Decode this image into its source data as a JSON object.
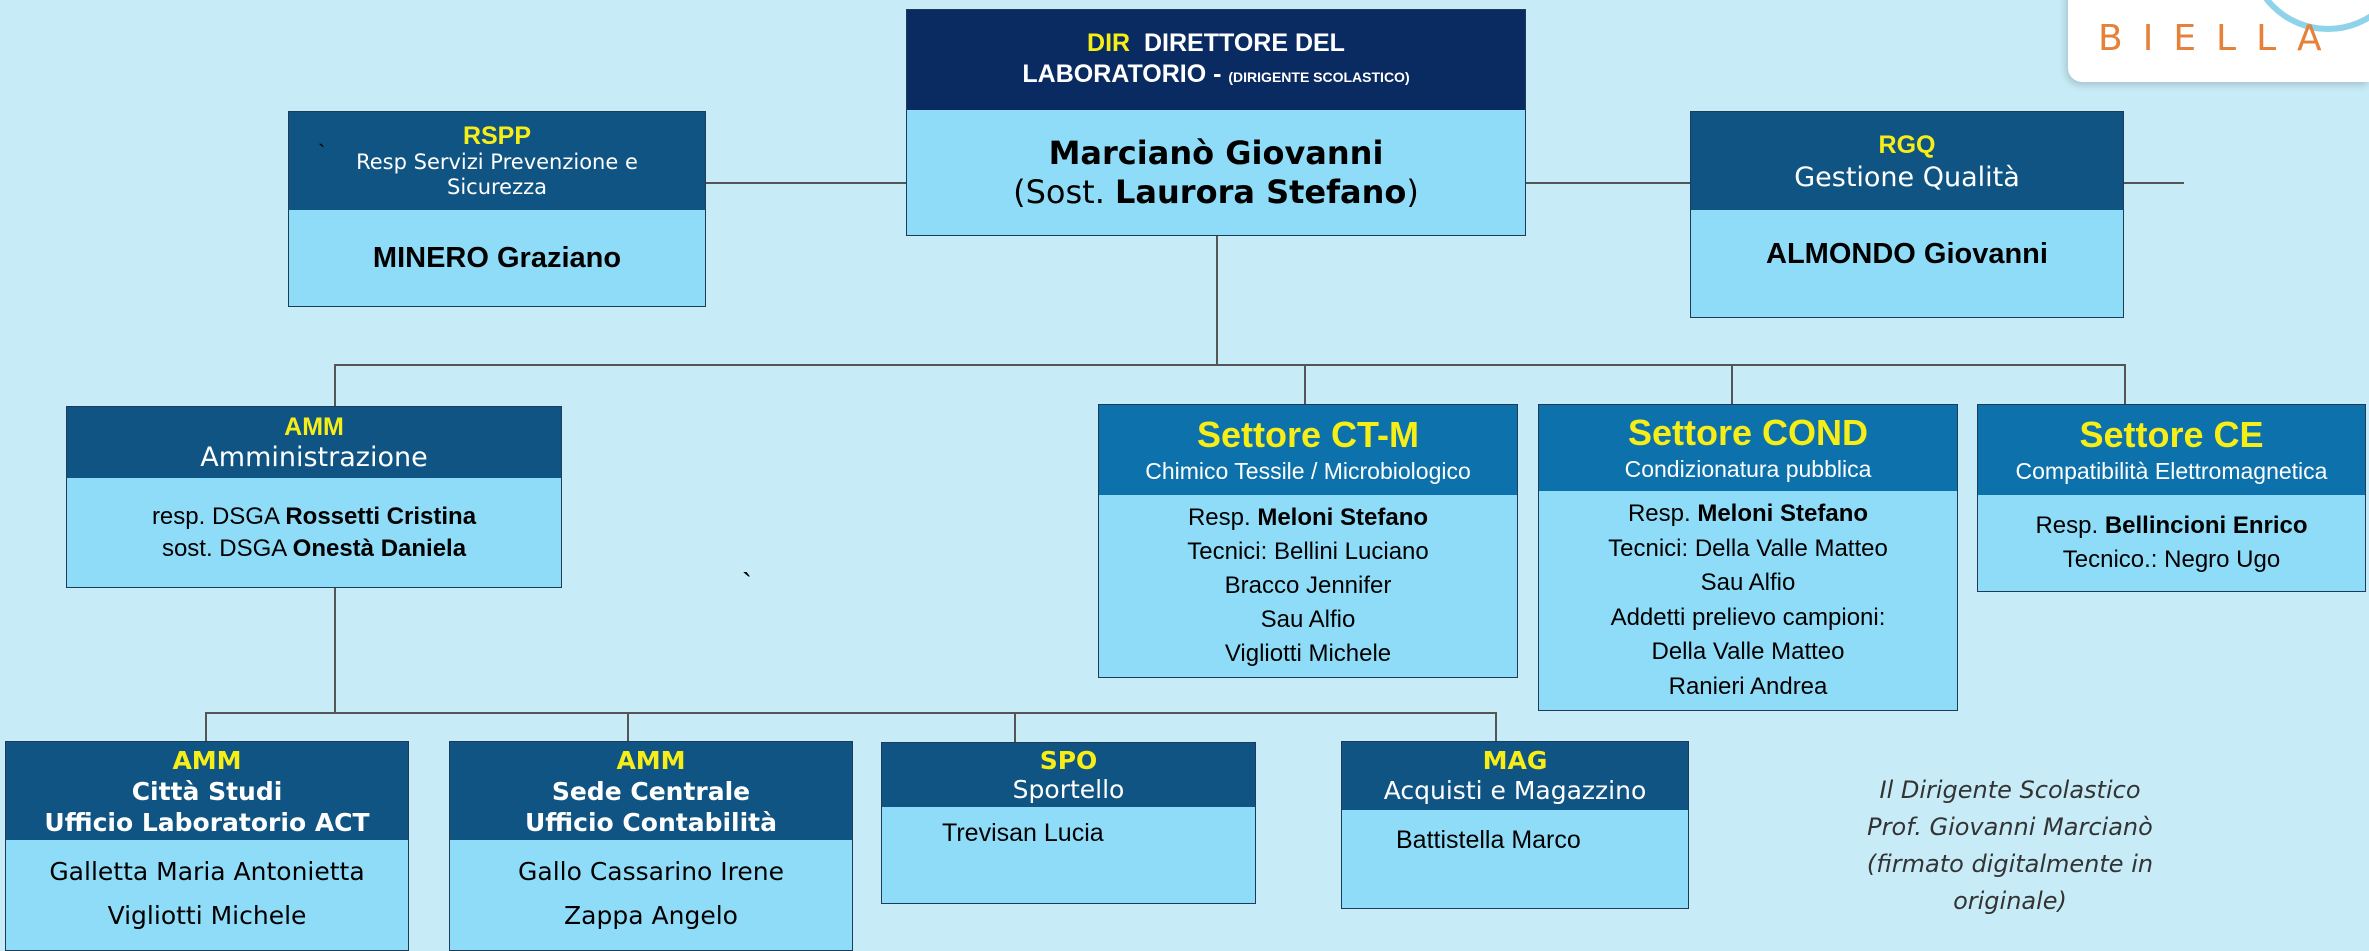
{
  "logo": {
    "text": "BIELLA"
  },
  "director": {
    "code": "DIR",
    "title_line1": "DIRETTORE DEL",
    "title_line2": "LABORATORIO -",
    "title_note": "(DIRIGENTE SCOLASTICO)",
    "name": "Marcianò Giovanni",
    "sub_prefix": "(Sost. ",
    "sub_name": "Laurora Stefano",
    "sub_suffix": ")"
  },
  "rspp": {
    "code": "RSPP",
    "title_line1": "Resp Servizi Prevenzione e",
    "title_line2": "Sicurezza",
    "name": "MINERO Graziano"
  },
  "rgq": {
    "code": "RGQ",
    "title": "Gestione Qualità",
    "name": "ALMONDO Giovanni"
  },
  "amm": {
    "code": "AMM",
    "title": "Amministrazione",
    "line1_prefix": "resp. DSGA ",
    "line1_name": "Rossetti Cristina",
    "line2_prefix": "sost. DSGA ",
    "line2_name": "Onestà Daniela"
  },
  "ctm": {
    "title": "Settore CT-M",
    "subtitle": "Chimico Tessile / Microbiologico",
    "resp_prefix": "Resp. ",
    "resp_name": "Meloni Stefano",
    "lines": [
      "Tecnici: Bellini Luciano",
      "Bracco Jennifer",
      "Sau Alfio",
      "Vigliotti Michele"
    ]
  },
  "cond": {
    "title": "Settore COND",
    "subtitle": "Condizionatura pubblica",
    "resp_prefix": "Resp. ",
    "resp_name": "Meloni Stefano",
    "lines": [
      "Tecnici: Della Valle Matteo",
      "Sau Alfio",
      "Addetti prelievo campioni:",
      "Della Valle Matteo",
      "Ranieri Andrea"
    ]
  },
  "ce": {
    "title": "Settore CE",
    "subtitle": "Compatibilità Elettromagnetica",
    "resp_prefix": "Resp. ",
    "resp_name": "Bellincioni  Enrico",
    "line": "Tecnico.: Negro Ugo"
  },
  "amm_act": {
    "code": "AMM",
    "title_line1": "Città Studi",
    "title_line2": "Ufficio Laboratorio ACT",
    "lines": [
      "Galletta Maria Antonietta",
      "Vigliotti Michele"
    ]
  },
  "amm_cont": {
    "code": "AMM",
    "title_line1": "Sede Centrale",
    "title_line2": "Ufficio Contabilità",
    "lines": [
      "Gallo Cassarino Irene",
      "Zappa Angelo"
    ]
  },
  "spo": {
    "code": "SPO",
    "title": "Sportello",
    "name": "Trevisan Lucia"
  },
  "mag": {
    "code": "MAG",
    "title": "Acquisti e Magazzino",
    "name": "Battistella  Marco"
  },
  "signature": {
    "line1": "Il Dirigente Scolastico",
    "line2": "Prof. Giovanni Marcianò",
    "line3": "(firmato digitalmente  in originale)"
  },
  "colors": {
    "background": "#c7ecf8",
    "header_dark": "#0a2b61",
    "header": "#0f5483",
    "header_sector": "#0d72ab",
    "body": "#8fdcf8",
    "code_yellow": "#f7ee18"
  }
}
